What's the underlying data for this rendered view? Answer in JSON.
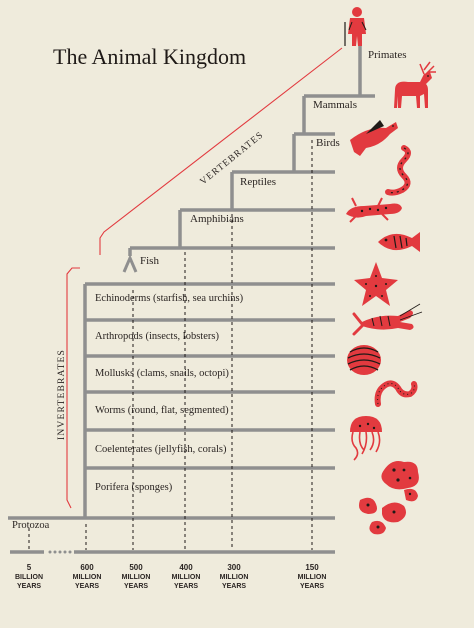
{
  "title": "The Animal Kingdom",
  "side_labels": {
    "vertebrates": "VERTEBRATES",
    "invertebrates": "INVERTEBRATES"
  },
  "vertebrate_groups": {
    "primates": "Primates",
    "mammals": "Mammals",
    "birds": "Birds",
    "reptiles": "Reptiles",
    "amphibians": "Amphibians",
    "fish": "Fish"
  },
  "invertebrate_groups": {
    "echinoderms": "Echinoderms (starfish, sea urchins)",
    "arthropods": "Arthropods (insects, lobsters)",
    "mollusks": "Mollusks (clams, snails, octopi)",
    "worms": "Worms (round, flat, segmented)",
    "coelenterates": "Coelenterates (jellyfish, corals)",
    "porifera": "Porifera (sponges)",
    "protozoa": "Protozoa"
  },
  "timeline": {
    "t5": {
      "num": "5",
      "l1": "BILLION",
      "l2": "YEARS"
    },
    "t600": {
      "num": "600",
      "l1": "MILLION",
      "l2": "YEARS"
    },
    "t500": {
      "num": "500",
      "l1": "MILLION",
      "l2": "YEARS"
    },
    "t400": {
      "num": "400",
      "l1": "MILLION",
      "l2": "YEARS"
    },
    "t300": {
      "num": "300",
      "l1": "MILLION",
      "l2": "YEARS"
    },
    "t150": {
      "num": "150",
      "l1": "MILLION",
      "l2": "YEARS"
    }
  },
  "icons": {
    "human": "human-icon",
    "deer": "deer-icon",
    "bird": "bird-icon",
    "snake": "snake-icon",
    "lizard": "lizard-icon",
    "fish": "fish-icon",
    "starfish": "starfish-icon",
    "lobster": "lobster-icon",
    "clam": "clam-icon",
    "worm": "worm-icon",
    "jellyfish": "jellyfish-icon",
    "sponge": "sponge-icon",
    "protozoa": "protozoa-icon"
  },
  "colors": {
    "line": "#8f8f8f",
    "accent": "#e23a3f",
    "text": "#2a2422",
    "background": "#efebdc"
  }
}
